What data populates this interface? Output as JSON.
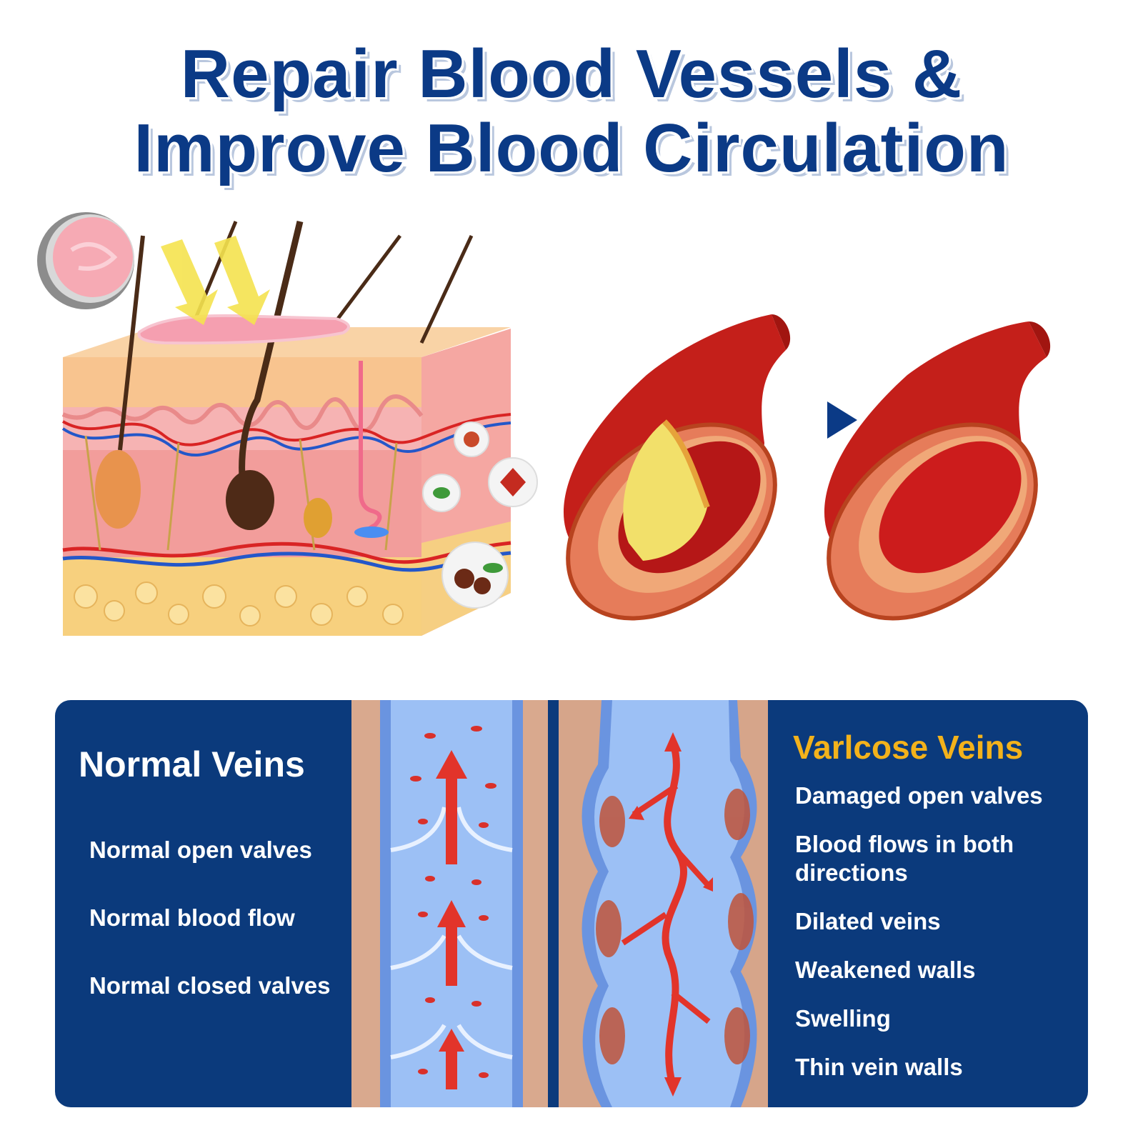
{
  "headline": {
    "line1": "Repair Blood Vessels &",
    "line2": "Improve Blood Circulation"
  },
  "colors": {
    "headline": "#0b3a86",
    "panel": "#0b3a7c",
    "accent": "#f3b21b",
    "blood": "#c81818",
    "plaque": "#f1dc63",
    "vein": "#8fb6f2"
  },
  "normal_veins": {
    "title": "Normal Veins",
    "items": [
      "Normal open valves",
      "Normal blood flow",
      "Normal closed valves"
    ]
  },
  "varicose_veins": {
    "title": "Varlcose Veins",
    "items": [
      "Damaged open valves",
      "Blood flows in both directions",
      "Dilated veins",
      "Weakened walls",
      "Swelling",
      "Thin vein walls"
    ]
  }
}
